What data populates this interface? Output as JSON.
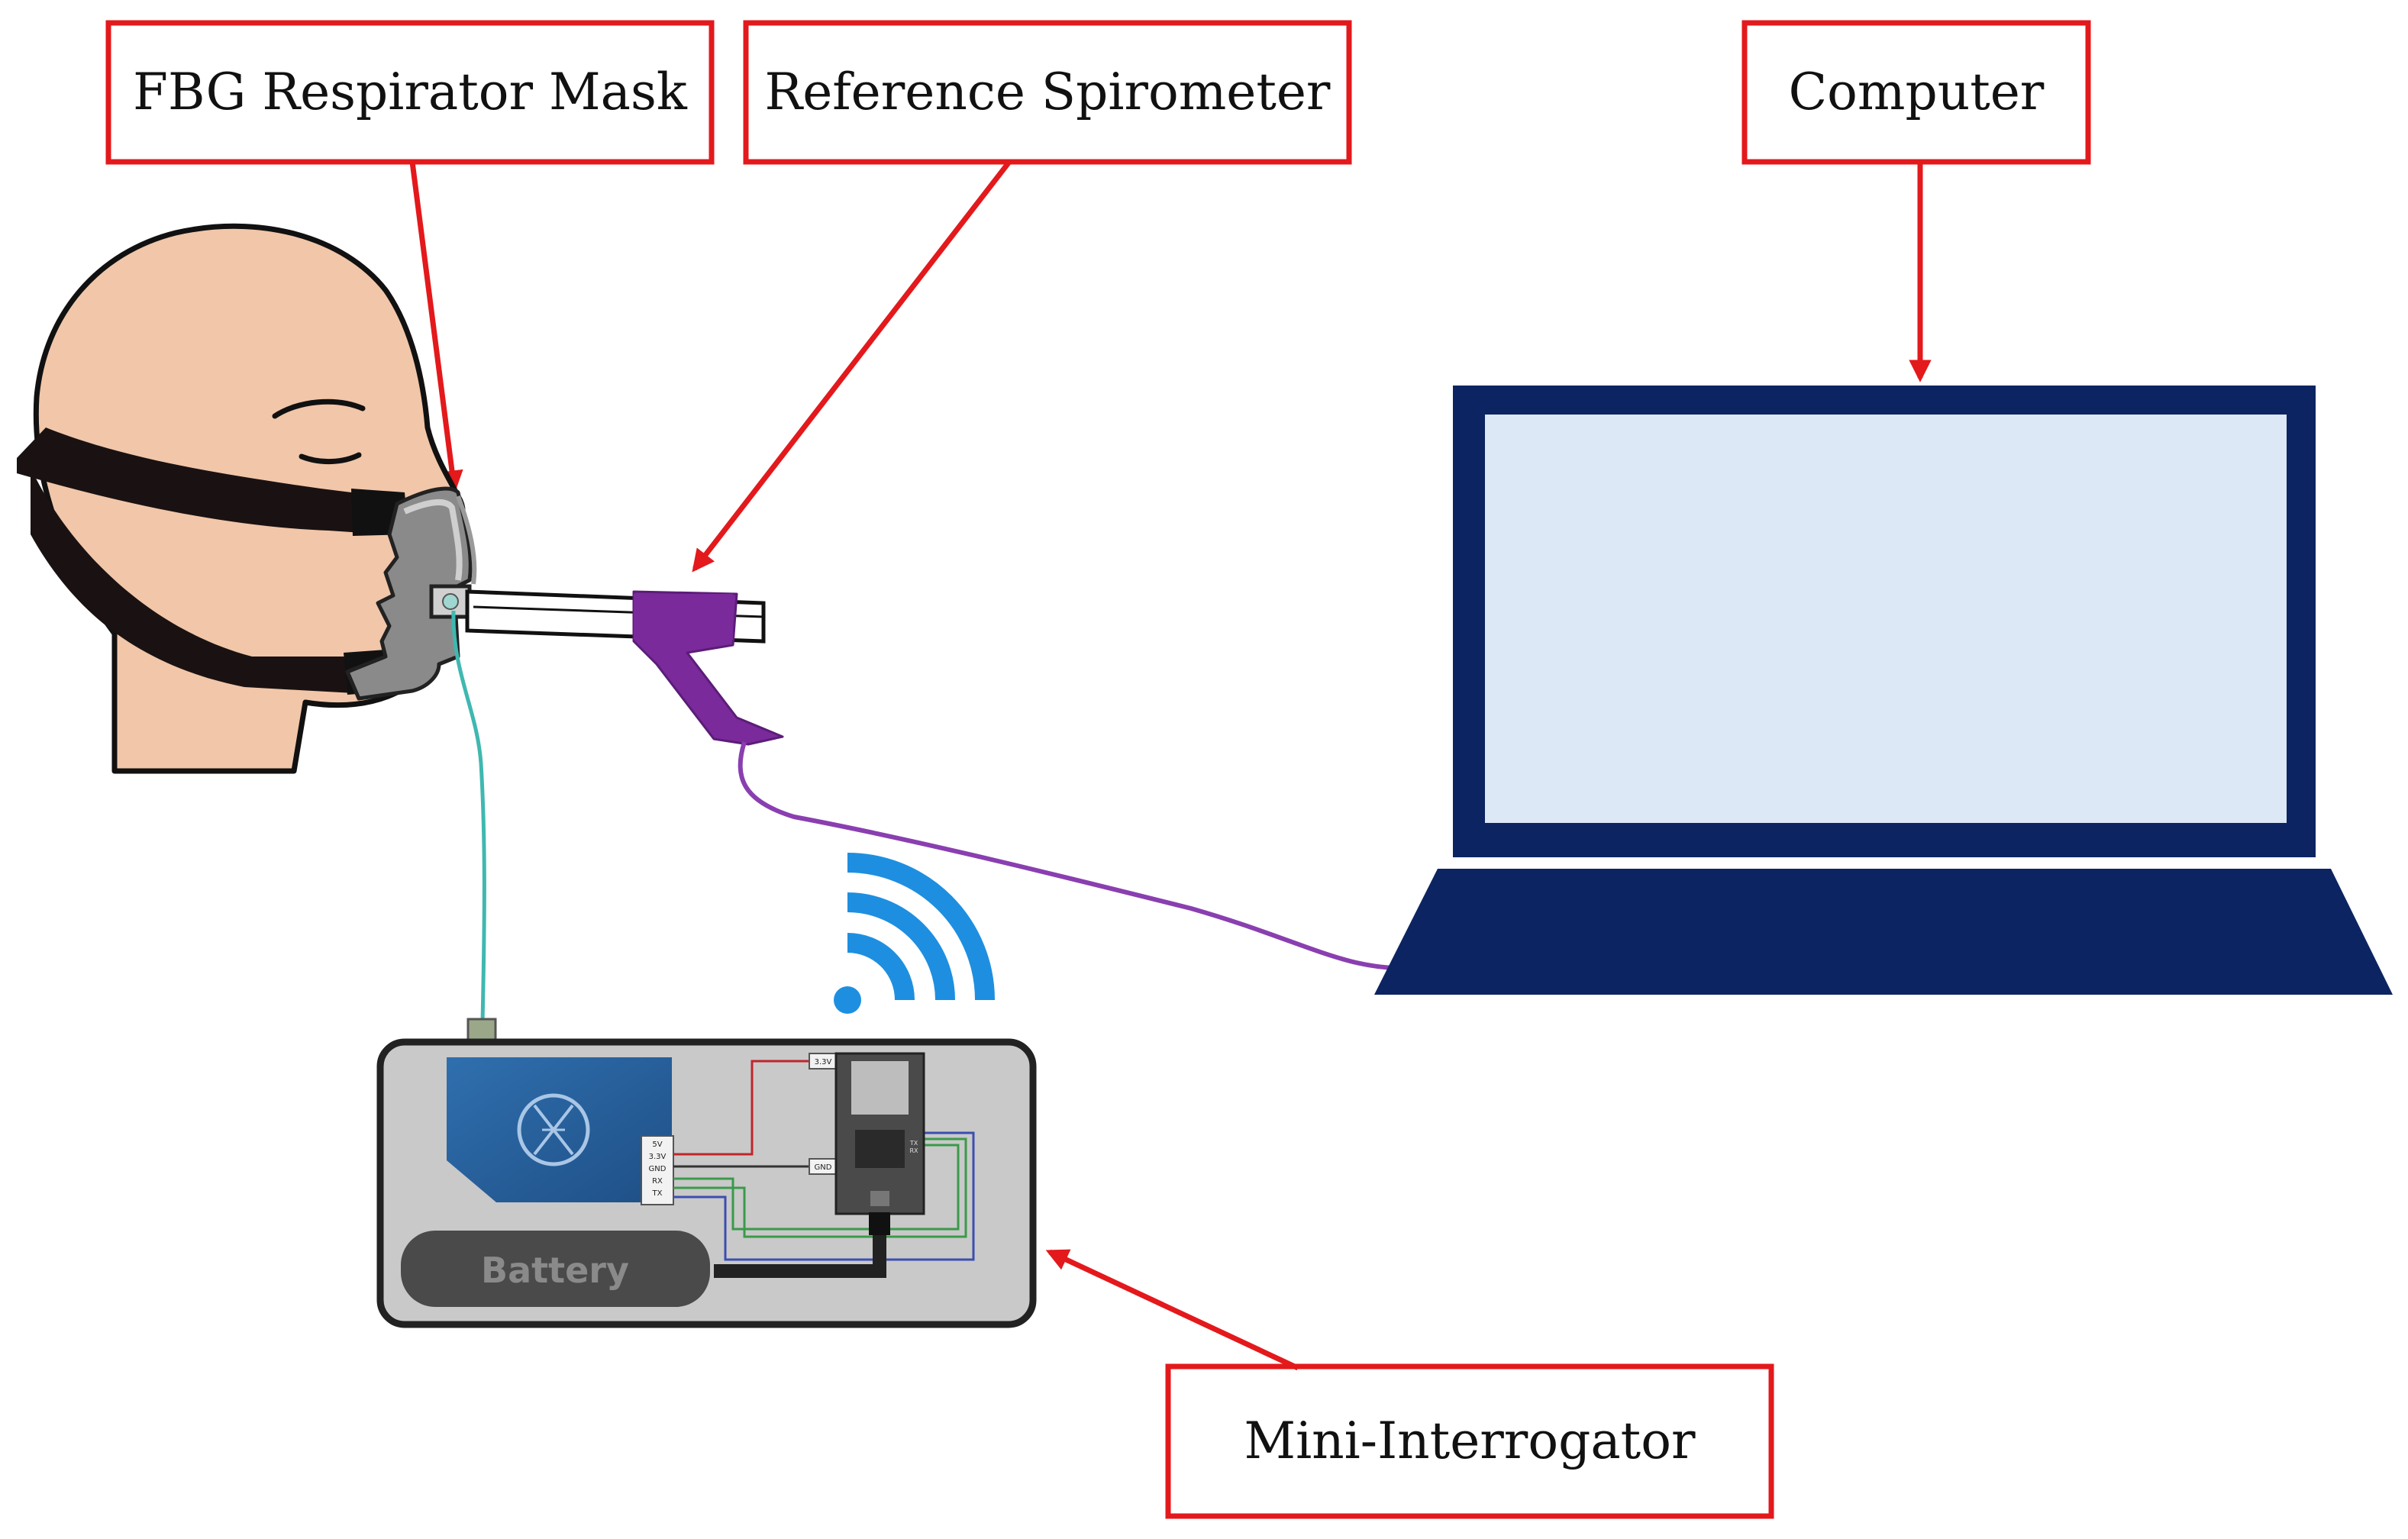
{
  "labels": {
    "mask": "FBG Respirator Mask",
    "spirometer": "Reference Spirometer",
    "computer": "Computer",
    "interrogator": "Mini-Interrogator"
  },
  "device": {
    "battery_label": "Battery",
    "pins": [
      "5V",
      "3.3V",
      "GND",
      "RX",
      "TX"
    ],
    "chip_tags": {
      "vcc": "3.3V",
      "gnd": "GND",
      "tx": "TX",
      "rx": "RX"
    }
  },
  "colors": {
    "label_border": "#e3191c",
    "arrow": "#e3191c",
    "laptop_frame": "#0c2461",
    "laptop_screen": "#dde8f6",
    "skin": "#f1c6a9",
    "strap": "#1a1212",
    "spirometer": "#7a2a9a",
    "cable_purple": "#8a3fb0",
    "fiber": "#3fb8b0",
    "wifi": "#1e8fe0",
    "device_body": "#c9c9c9",
    "module_blue": "#2c6aa8"
  },
  "icons": [
    "head-icon",
    "respirator-mask-icon",
    "spirometer-icon",
    "laptop-icon",
    "wifi-icon",
    "interrogator-board-icon",
    "battery-icon"
  ]
}
